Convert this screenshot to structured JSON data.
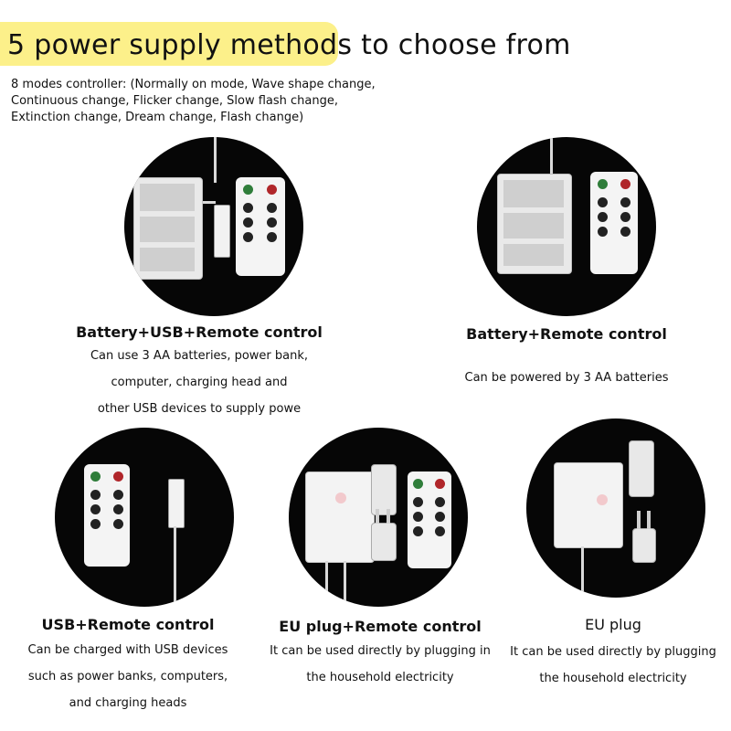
{
  "header": {
    "title_highlight": "5 power supply methods",
    "title_rest": " to choose from",
    "subtitle_lines": [
      "8 modes controller: (Normally on mode, Wave shape change,",
      "Continuous change, Flicker change, Slow flash change,",
      "Extinction change, Dream change,  Flash change)"
    ]
  },
  "options": [
    {
      "name": "Battery+USB+Remote control",
      "lines": [
        "Can use 3 AA batteries, power bank,",
        "computer, charging head and",
        "other USB devices to supply powe"
      ]
    },
    {
      "name": "Battery+Remote control",
      "lines": [
        "Can be powered by 3 AA batteries"
      ]
    },
    {
      "name": "USB+Remote control",
      "lines": [
        "Can be charged with USB devices",
        "such as power banks, computers,",
        "and charging heads"
      ]
    },
    {
      "name": "EU plug+Remote control",
      "lines": [
        "It can be used directly by plugging in",
        "the household electricity"
      ]
    },
    {
      "name": "EU plug",
      "lines": [
        "It can be used directly by plugging",
        "the household electricity"
      ]
    }
  ],
  "colors": {
    "highlight": "#fcf08a",
    "circle": "#060606",
    "remote_green": "#2f7d3a",
    "remote_red": "#b0262a"
  }
}
